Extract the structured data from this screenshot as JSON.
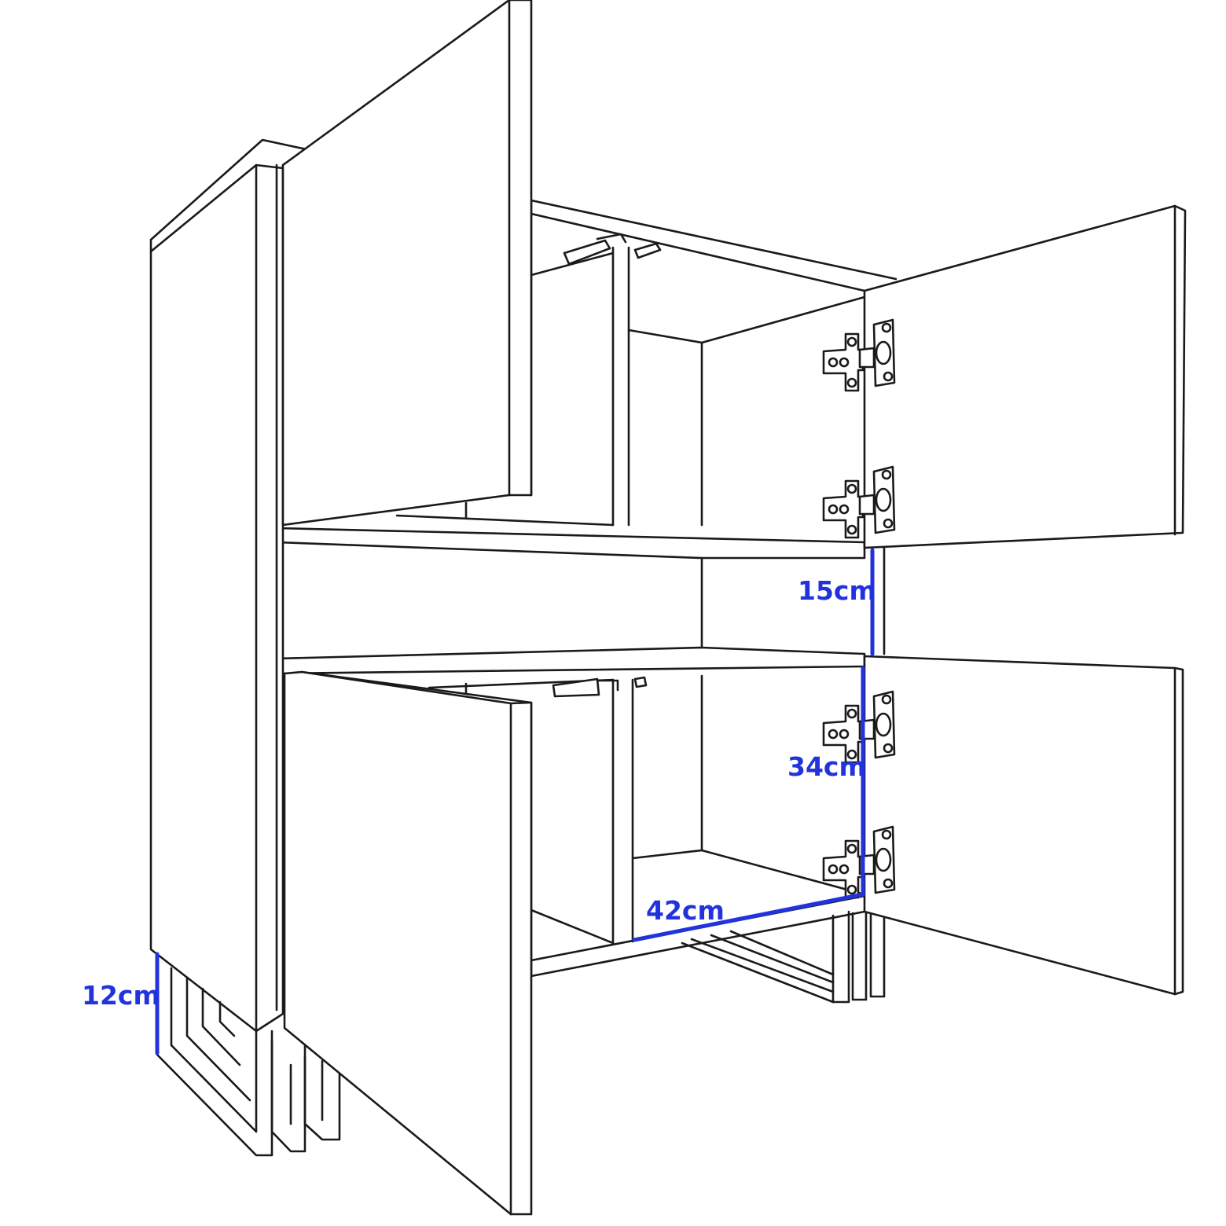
{
  "dimensions": {
    "color": "#2233dd",
    "leg_height": "12cm",
    "middle_shelf_height": "15cm",
    "lower_compartment_height": "34cm",
    "inner_width": "42cm"
  },
  "icons": [
    "hinge-icon",
    "door-stopper-icon"
  ]
}
